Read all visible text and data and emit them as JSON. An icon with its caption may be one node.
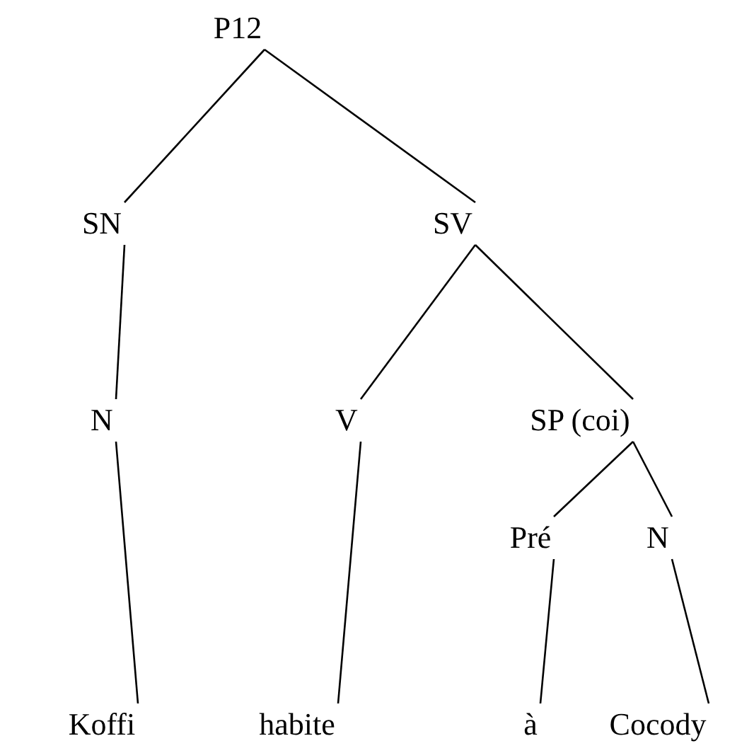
{
  "diagram": {
    "nodes": [
      {
        "text": [
          "P12"
        ]
      },
      {
        "text": [
          "SN"
        ]
      },
      {
        "text": [
          "SV"
        ]
      },
      {
        "text": [
          "N"
        ]
      },
      {
        "text": [
          "V"
        ]
      },
      {
        "text": [
          "SP (coi)"
        ]
      },
      {
        "text": [
          "Pré"
        ]
      },
      {
        "text": [
          "N"
        ]
      },
      {
        "text": [
          "Koffi"
        ]
      },
      {
        "text": [
          "habite"
        ]
      },
      {
        "text": [
          "à"
        ]
      },
      {
        "text": [
          "Cocody"
        ]
      }
    ],
    "edges": [
      {
        "from": 0,
        "to": 1,
        "arrow": "none"
      },
      {
        "from": 0,
        "to": 2,
        "arrow": "none"
      },
      {
        "from": 1,
        "to": 3,
        "arrow": "none"
      },
      {
        "from": 2,
        "to": 4,
        "arrow": "none"
      },
      {
        "from": 2,
        "to": 5,
        "arrow": "none"
      },
      {
        "from": 3,
        "to": 8,
        "arrow": "none"
      },
      {
        "from": 4,
        "to": 9,
        "arrow": "none"
      },
      {
        "from": 5,
        "to": 6,
        "arrow": "none"
      },
      {
        "from": 5,
        "to": 7,
        "arrow": "none"
      },
      {
        "from": 6,
        "to": 10,
        "arrow": "none"
      },
      {
        "from": 7,
        "to": 11,
        "arrow": "none"
      }
    ]
  }
}
